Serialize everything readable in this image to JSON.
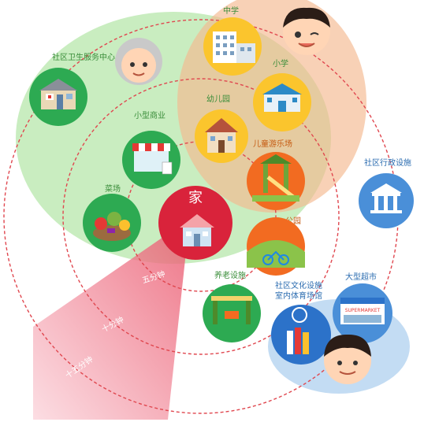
{
  "center": {
    "label": "家"
  },
  "rings": {
    "five": "五分钟",
    "ten": "十分钟",
    "fifteen": "十五分钟"
  },
  "facilities": {
    "middle_school": "中学",
    "primary_school": "小学",
    "kindergarten": "幼儿园",
    "playground": "儿童游乐场",
    "clinic": "社区卫生服务中心",
    "small_shop": "小型商业",
    "vegetable_market": "菜场",
    "park": "公园",
    "elderly_care": "养老设施",
    "admin": "社区行政设施",
    "culture_sports": "社区文化设施",
    "indoor_sports": "室内体育场馆",
    "supermarket": "大型超市",
    "supermarket_sign": "SUPERMARKET"
  },
  "colors": {
    "green_zone": "#b9ebb0",
    "orange_zone": "#f6c9a8",
    "blue_zone": "#c3dcf4",
    "home_red": "#d9233b",
    "wedge_pink": "#f07a8c",
    "ring_red": "#e0474f"
  }
}
